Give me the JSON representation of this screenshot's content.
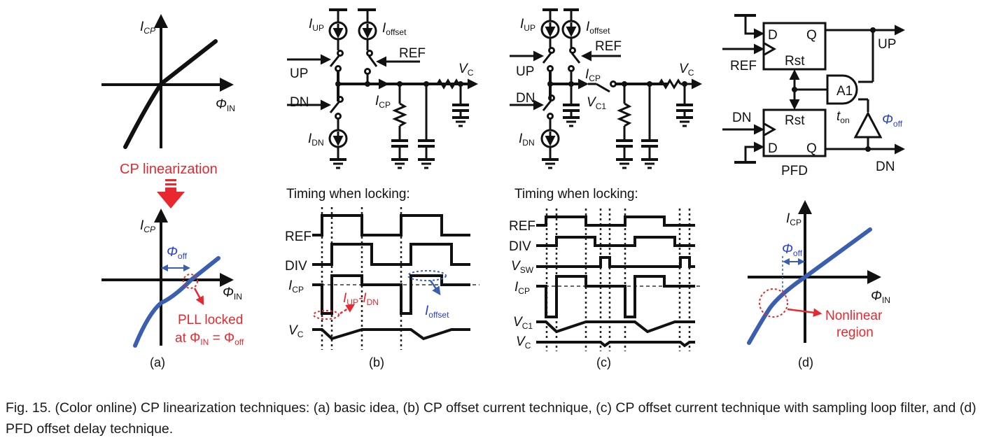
{
  "panel_a": {
    "top_axis_y": "I",
    "top_axis_y_sub": "CP",
    "top_axis_x": "Φ",
    "top_axis_x_sub": "IN",
    "arrow_label": "CP linearization",
    "bottom_axis_y": "I",
    "bottom_axis_y_sub": "CP",
    "bottom_axis_x": "Φ",
    "bottom_axis_x_sub": "IN",
    "offset_label": "Φ",
    "offset_label_sub": "off",
    "note_line1": "PLL locked",
    "note_line2_prefix": "at Φ",
    "note_line2_sub1": "IN",
    "note_line2_mid": " = Φ",
    "note_line2_sub2": "off",
    "caption": "(a)"
  },
  "panel_b": {
    "i_up": "I",
    "i_up_sub": "UP",
    "i_offset": "I",
    "i_offset_sub": "offset",
    "ref": "REF",
    "up": "UP",
    "dn": "DN",
    "i_cp": "I",
    "i_cp_sub": "CP",
    "i_dn": "I",
    "i_dn_sub": "DN",
    "vc": "V",
    "vc_sub": "C",
    "timing_title": "Timing when locking:",
    "sig_ref": "REF",
    "sig_div": "DIV",
    "sig_icp": "I",
    "sig_icp_sub": "CP",
    "sig_vc": "V",
    "sig_vc_sub": "C",
    "ann_red": "I",
    "ann_red_sub1": "UP",
    "ann_red_mid": "-I",
    "ann_red_sub2": "DN",
    "ann_blue": "I",
    "ann_blue_sub": "offset",
    "caption": "(b)"
  },
  "panel_c": {
    "i_up": "I",
    "i_up_sub": "UP",
    "i_offset": "I",
    "i_offset_sub": "offset",
    "ref": "REF",
    "up": "UP",
    "dn": "DN",
    "i_cp": "I",
    "i_cp_sub": "CP",
    "vc1": "V",
    "vc1_sub": "C1",
    "i_dn": "I",
    "i_dn_sub": "DN",
    "vc": "V",
    "vc_sub": "C",
    "timing_title": "Timing when locking:",
    "sig_ref": "REF",
    "sig_div": "DIV",
    "sig_vsw": "V",
    "sig_vsw_sub": "SW",
    "sig_icp": "I",
    "sig_icp_sub": "CP",
    "sig_vc1": "V",
    "sig_vc1_sub": "C1",
    "sig_vc": "V",
    "sig_vc_sub": "C",
    "caption": "(c)"
  },
  "panel_d": {
    "ff_d_top": "D",
    "ff_q_top": "Q",
    "ff_rst_top": "Rst",
    "ref": "REF",
    "up": "UP",
    "and_gate": "A1",
    "t_on": "t",
    "t_on_sub": "on",
    "delay": "Φ",
    "delay_sub": "off",
    "dn_in": "DN",
    "ff_d_bot": "D",
    "ff_q_bot": "Q",
    "ff_rst_bot": "Rst",
    "dn_out": "DN",
    "pfd": "PFD",
    "axis_y": "I",
    "axis_y_sub": "CP",
    "axis_x": "Φ",
    "axis_x_sub": "IN",
    "offset_label": "Φ",
    "offset_label_sub": "off",
    "note_line1": "Nonlinear",
    "note_line2": "region",
    "caption": "(d)"
  },
  "colors": {
    "red": "#e8282e",
    "blue": "#2a3fd6",
    "curve": "#3b5fb0"
  },
  "caption": "Fig. 15. (Color online) CP linearization techniques: (a) basic idea, (b) CP offset current technique, (c) CP offset current technique with sampling loop filter, and (d) PFD offset delay technique."
}
